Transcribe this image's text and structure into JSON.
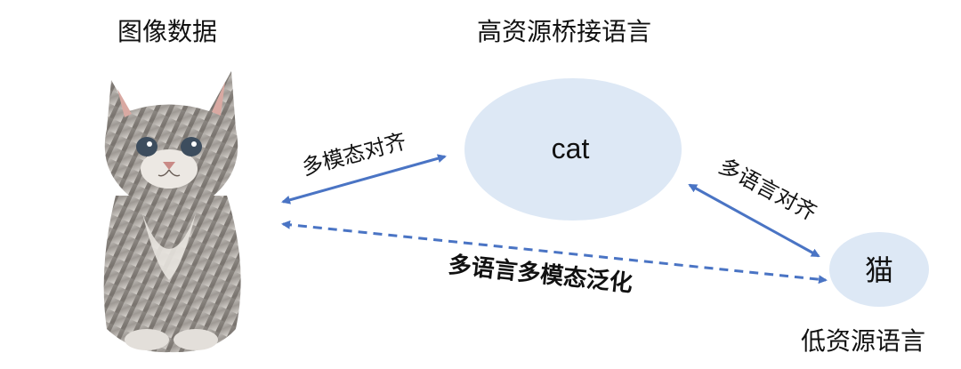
{
  "headings": {
    "image_data": "图像数据",
    "high_resource": "高资源桥接语言",
    "low_resource": "低资源语言"
  },
  "nodes": {
    "cat_label": "cat",
    "mao_label": "猫"
  },
  "edges": {
    "multimodal_align": "多模态对齐",
    "multilingual_align": "多语言对齐",
    "generalization": "多语言多模态泛化"
  },
  "colors": {
    "ellipse_fill": "#dde8f5",
    "arrow": "#4a74c4",
    "text": "#111111"
  },
  "icons": {
    "image": "kitten-photo"
  }
}
